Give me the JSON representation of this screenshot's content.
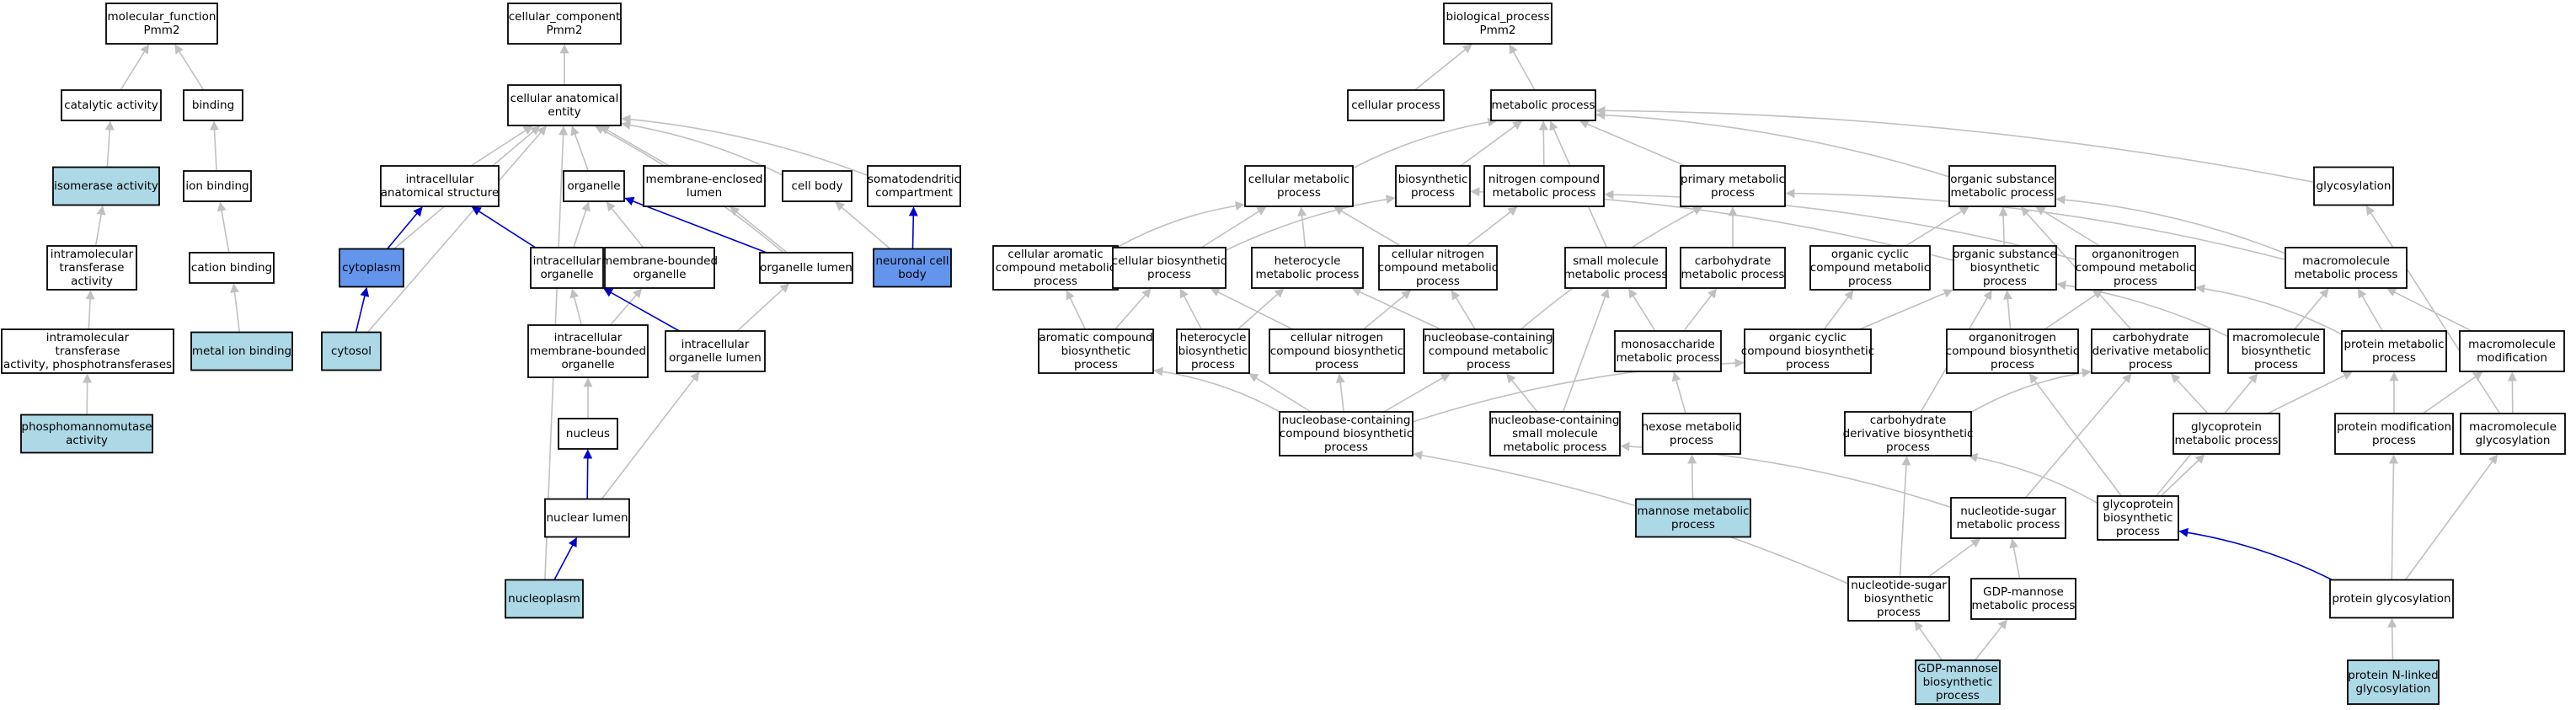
{
  "colors": {
    "default_fill": "#ffffff",
    "annotated_fill": "#add8e6",
    "highlighted_fill": "#6495ed",
    "edge_gray": "#c0c0c0",
    "edge_blue": "#0000cd"
  },
  "nodes": [
    {
      "id": "mf_root",
      "lines": [
        "molecular_function",
        "Pmm2"
      ],
      "style": "default"
    },
    {
      "id": "catalytic",
      "lines": [
        "catalytic activity"
      ],
      "style": "default"
    },
    {
      "id": "binding",
      "lines": [
        "binding"
      ],
      "style": "default"
    },
    {
      "id": "isomerase",
      "lines": [
        "isomerase activity"
      ],
      "style": "annotated"
    },
    {
      "id": "ion_binding",
      "lines": [
        "ion binding"
      ],
      "style": "default"
    },
    {
      "id": "intramol",
      "lines": [
        "intramolecular",
        "transferase",
        "activity"
      ],
      "style": "default"
    },
    {
      "id": "cation_binding",
      "lines": [
        "cation binding"
      ],
      "style": "default"
    },
    {
      "id": "intramol_phos",
      "lines": [
        "intramolecular",
        "transferase",
        "activity, phosphotransferases"
      ],
      "style": "default"
    },
    {
      "id": "metal_ion",
      "lines": [
        "metal ion binding"
      ],
      "style": "annotated"
    },
    {
      "id": "phosphomannomutase",
      "lines": [
        "phosphomannomutase",
        "activity"
      ],
      "style": "annotated"
    },
    {
      "id": "cc_root",
      "lines": [
        "cellular_component",
        "Pmm2"
      ],
      "style": "default"
    },
    {
      "id": "cae",
      "lines": [
        "cellular anatomical",
        "entity"
      ],
      "style": "default"
    },
    {
      "id": "ias",
      "lines": [
        "intracellular",
        "anatomical structure"
      ],
      "style": "default"
    },
    {
      "id": "organelle",
      "lines": [
        "organelle"
      ],
      "style": "default"
    },
    {
      "id": "mel",
      "lines": [
        "membrane-enclosed",
        "lumen"
      ],
      "style": "default"
    },
    {
      "id": "cell_body",
      "lines": [
        "cell body"
      ],
      "style": "default"
    },
    {
      "id": "somato",
      "lines": [
        "somatodendritic",
        "compartment"
      ],
      "style": "default"
    },
    {
      "id": "cytoplasm",
      "lines": [
        "cytoplasm"
      ],
      "style": "highlighted"
    },
    {
      "id": "intra_org",
      "lines": [
        "intracellular",
        "organelle"
      ],
      "style": "default"
    },
    {
      "id": "mbo",
      "lines": [
        "membrane-bounded",
        "organelle"
      ],
      "style": "default"
    },
    {
      "id": "org_lumen",
      "lines": [
        "organelle lumen"
      ],
      "style": "default"
    },
    {
      "id": "neuronal",
      "lines": [
        "neuronal cell",
        "body"
      ],
      "style": "highlighted"
    },
    {
      "id": "cytosol",
      "lines": [
        "cytosol"
      ],
      "style": "annotated"
    },
    {
      "id": "imbo",
      "lines": [
        "intracellular",
        "membrane-bounded",
        "organelle"
      ],
      "style": "default"
    },
    {
      "id": "iol",
      "lines": [
        "intracellular",
        "organelle lumen"
      ],
      "style": "default"
    },
    {
      "id": "nucleus",
      "lines": [
        "nucleus"
      ],
      "style": "default"
    },
    {
      "id": "nuclear_lumen",
      "lines": [
        "nuclear lumen"
      ],
      "style": "default"
    },
    {
      "id": "nucleoplasm",
      "lines": [
        "nucleoplasm"
      ],
      "style": "annotated"
    },
    {
      "id": "bp_root",
      "lines": [
        "biological_process",
        "Pmm2"
      ],
      "style": "default"
    },
    {
      "id": "cell_proc",
      "lines": [
        "cellular process"
      ],
      "style": "default"
    },
    {
      "id": "met_proc",
      "lines": [
        "metabolic process"
      ],
      "style": "default"
    },
    {
      "id": "cmp",
      "lines": [
        "cellular metabolic",
        "process"
      ],
      "style": "default"
    },
    {
      "id": "biosyn",
      "lines": [
        "biosynthetic",
        "process"
      ],
      "style": "default"
    },
    {
      "id": "ncmp",
      "lines": [
        "nitrogen compound",
        "metabolic process"
      ],
      "style": "default"
    },
    {
      "id": "pmp",
      "lines": [
        "primary metabolic",
        "process"
      ],
      "style": "default"
    },
    {
      "id": "osmp",
      "lines": [
        "organic substance",
        "metabolic process"
      ],
      "style": "default"
    },
    {
      "id": "glycosylation",
      "lines": [
        "glycosylation"
      ],
      "style": "default"
    },
    {
      "id": "cacmp",
      "lines": [
        "cellular aromatic",
        "compound metabolic",
        "process"
      ],
      "style": "default"
    },
    {
      "id": "cbp",
      "lines": [
        "cellular biosynthetic",
        "process"
      ],
      "style": "default"
    },
    {
      "id": "hmp",
      "lines": [
        "heterocycle",
        "metabolic process"
      ],
      "style": "default"
    },
    {
      "id": "cncmp",
      "lines": [
        "cellular nitrogen",
        "compound metabolic",
        "process"
      ],
      "style": "default"
    },
    {
      "id": "smmp",
      "lines": [
        "small molecule",
        "metabolic process"
      ],
      "style": "default"
    },
    {
      "id": "carbmp",
      "lines": [
        "carbohydrate",
        "metabolic process"
      ],
      "style": "default"
    },
    {
      "id": "occmp",
      "lines": [
        "organic cyclic",
        "compound metabolic",
        "process"
      ],
      "style": "default"
    },
    {
      "id": "osbp",
      "lines": [
        "organic substance",
        "biosynthetic",
        "process"
      ],
      "style": "default"
    },
    {
      "id": "oncmp",
      "lines": [
        "organonitrogen",
        "compound metabolic",
        "process"
      ],
      "style": "default"
    },
    {
      "id": "mmp",
      "lines": [
        "macromolecule",
        "metabolic process"
      ],
      "style": "default"
    },
    {
      "id": "acbp",
      "lines": [
        "aromatic compound",
        "biosynthetic",
        "process"
      ],
      "style": "default"
    },
    {
      "id": "hbp",
      "lines": [
        "heterocycle",
        "biosynthetic",
        "process"
      ],
      "style": "default"
    },
    {
      "id": "cncbp",
      "lines": [
        "cellular nitrogen",
        "compound biosynthetic",
        "process"
      ],
      "style": "default"
    },
    {
      "id": "nccmp",
      "lines": [
        "nucleobase-containing",
        "compound metabolic",
        "process"
      ],
      "style": "default"
    },
    {
      "id": "monomp",
      "lines": [
        "monosaccharide",
        "metabolic process"
      ],
      "style": "default"
    },
    {
      "id": "occbp",
      "lines": [
        "organic cyclic",
        "compound biosynthetic",
        "process"
      ],
      "style": "default"
    },
    {
      "id": "oncbp",
      "lines": [
        "organonitrogen",
        "compound biosynthetic",
        "process"
      ],
      "style": "default"
    },
    {
      "id": "cdmp",
      "lines": [
        "carbohydrate",
        "derivative metabolic",
        "process"
      ],
      "style": "default"
    },
    {
      "id": "mbp",
      "lines": [
        "macromolecule",
        "biosynthetic",
        "process"
      ],
      "style": "default"
    },
    {
      "id": "pmetp",
      "lines": [
        "protein metabolic",
        "process"
      ],
      "style": "default"
    },
    {
      "id": "mmod",
      "lines": [
        "macromolecule",
        "modification"
      ],
      "style": "default"
    },
    {
      "id": "nccbp",
      "lines": [
        "nucleobase-containing",
        "compound biosynthetic",
        "process"
      ],
      "style": "default"
    },
    {
      "id": "ncsmmp",
      "lines": [
        "nucleobase-containing",
        "small molecule",
        "metabolic process"
      ],
      "style": "default"
    },
    {
      "id": "hexmp",
      "lines": [
        "hexose metabolic",
        "process"
      ],
      "style": "default"
    },
    {
      "id": "cdbp",
      "lines": [
        "carbohydrate",
        "derivative biosynthetic",
        "process"
      ],
      "style": "default"
    },
    {
      "id": "gpmp",
      "lines": [
        "glycoprotein",
        "metabolic process"
      ],
      "style": "default"
    },
    {
      "id": "pmodp",
      "lines": [
        "protein modification",
        "process"
      ],
      "style": "default"
    },
    {
      "id": "mglyc",
      "lines": [
        "macromolecule",
        "glycosylation"
      ],
      "style": "default"
    },
    {
      "id": "mannmp",
      "lines": [
        "mannose metabolic",
        "process"
      ],
      "style": "annotated"
    },
    {
      "id": "nsmp",
      "lines": [
        "nucleotide-sugar",
        "metabolic process"
      ],
      "style": "default"
    },
    {
      "id": "gpbp",
      "lines": [
        "glycoprotein",
        "biosynthetic",
        "process"
      ],
      "style": "default"
    },
    {
      "id": "nsbp",
      "lines": [
        "nucleotide-sugar",
        "biosynthetic",
        "process"
      ],
      "style": "default"
    },
    {
      "id": "gdpmmp",
      "lines": [
        "GDP-mannose",
        "metabolic process"
      ],
      "style": "default"
    },
    {
      "id": "pglyc",
      "lines": [
        "protein glycosylation"
      ],
      "style": "default"
    },
    {
      "id": "gdpmbp",
      "lines": [
        "GDP-mannose",
        "biosynthetic",
        "process"
      ],
      "style": "annotated"
    },
    {
      "id": "pnlg",
      "lines": [
        "protein N-linked",
        "glycosylation"
      ],
      "style": "annotated"
    }
  ],
  "edges": [
    {
      "from": "catalytic",
      "to": "mf_root",
      "type": "gray"
    },
    {
      "from": "binding",
      "to": "mf_root",
      "type": "gray"
    },
    {
      "from": "isomerase",
      "to": "catalytic",
      "type": "gray"
    },
    {
      "from": "ion_binding",
      "to": "binding",
      "type": "gray"
    },
    {
      "from": "intramol",
      "to": "isomerase",
      "type": "gray"
    },
    {
      "from": "cation_binding",
      "to": "ion_binding",
      "type": "gray"
    },
    {
      "from": "intramol_phos",
      "to": "intramol",
      "type": "gray"
    },
    {
      "from": "metal_ion",
      "to": "cation_binding",
      "type": "gray"
    },
    {
      "from": "phosphomannomutase",
      "to": "intramol_phos",
      "type": "gray"
    },
    {
      "from": "cae",
      "to": "cc_root",
      "type": "gray"
    },
    {
      "from": "ias",
      "to": "cae",
      "type": "gray"
    },
    {
      "from": "organelle",
      "to": "cae",
      "type": "gray"
    },
    {
      "from": "mel",
      "to": "cae",
      "type": "gray"
    },
    {
      "from": "cell_body",
      "to": "cae",
      "type": "gray"
    },
    {
      "from": "somato",
      "to": "cae",
      "type": "gray"
    },
    {
      "from": "cytoplasm",
      "to": "cae",
      "type": "gray"
    },
    {
      "from": "cytosol",
      "to": "cae",
      "type": "gray"
    },
    {
      "from": "nucleoplasm",
      "to": "cae",
      "type": "gray"
    },
    {
      "from": "org_lumen",
      "to": "cae",
      "type": "gray"
    },
    {
      "from": "cytoplasm",
      "to": "ias",
      "type": "blue"
    },
    {
      "from": "cytosol",
      "to": "cytoplasm",
      "type": "blue"
    },
    {
      "from": "intra_org",
      "to": "ias",
      "type": "blue"
    },
    {
      "from": "intra_org",
      "to": "organelle",
      "type": "gray"
    },
    {
      "from": "mbo",
      "to": "organelle",
      "type": "gray"
    },
    {
      "from": "org_lumen",
      "to": "organelle",
      "type": "blue"
    },
    {
      "from": "org_lumen",
      "to": "mel",
      "type": "gray"
    },
    {
      "from": "neuronal",
      "to": "cell_body",
      "type": "gray"
    },
    {
      "from": "neuronal",
      "to": "somato",
      "type": "blue"
    },
    {
      "from": "imbo",
      "to": "intra_org",
      "type": "gray"
    },
    {
      "from": "imbo",
      "to": "mbo",
      "type": "gray"
    },
    {
      "from": "iol",
      "to": "intra_org",
      "type": "blue"
    },
    {
      "from": "iol",
      "to": "org_lumen",
      "type": "gray"
    },
    {
      "from": "nucleus",
      "to": "imbo",
      "type": "gray"
    },
    {
      "from": "nuclear_lumen",
      "to": "nucleus",
      "type": "blue"
    },
    {
      "from": "nuclear_lumen",
      "to": "iol",
      "type": "gray"
    },
    {
      "from": "nucleoplasm",
      "to": "nuclear_lumen",
      "type": "blue"
    },
    {
      "from": "cell_proc",
      "to": "bp_root",
      "type": "gray"
    },
    {
      "from": "met_proc",
      "to": "bp_root",
      "type": "gray"
    },
    {
      "from": "cmp",
      "to": "met_proc",
      "type": "gray"
    },
    {
      "from": "biosyn",
      "to": "met_proc",
      "type": "gray"
    },
    {
      "from": "ncmp",
      "to": "met_proc",
      "type": "gray"
    },
    {
      "from": "pmp",
      "to": "met_proc",
      "type": "gray"
    },
    {
      "from": "osmp",
      "to": "met_proc",
      "type": "gray"
    },
    {
      "from": "glycosylation",
      "to": "met_proc",
      "type": "gray"
    },
    {
      "from": "smmp",
      "to": "met_proc",
      "type": "gray"
    },
    {
      "from": "cacmp",
      "to": "cmp",
      "type": "gray"
    },
    {
      "from": "cbp",
      "to": "cmp",
      "type": "gray"
    },
    {
      "from": "cbp",
      "to": "biosyn",
      "type": "gray"
    },
    {
      "from": "hmp",
      "to": "cmp",
      "type": "gray"
    },
    {
      "from": "cncmp",
      "to": "cmp",
      "type": "gray"
    },
    {
      "from": "cncmp",
      "to": "ncmp",
      "type": "gray"
    },
    {
      "from": "carbmp",
      "to": "pmp",
      "type": "gray"
    },
    {
      "from": "occmp",
      "to": "osmp",
      "type": "gray"
    },
    {
      "from": "osbp",
      "to": "osmp",
      "type": "gray"
    },
    {
      "from": "osbp",
      "to": "biosyn",
      "type": "gray"
    },
    {
      "from": "oncmp",
      "to": "osmp",
      "type": "gray"
    },
    {
      "from": "oncmp",
      "to": "ncmp",
      "type": "gray"
    },
    {
      "from": "mmp",
      "to": "osmp",
      "type": "gray"
    },
    {
      "from": "mmp",
      "to": "pmp",
      "type": "gray"
    },
    {
      "from": "acbp",
      "to": "cacmp",
      "type": "gray"
    },
    {
      "from": "acbp",
      "to": "cbp",
      "type": "gray"
    },
    {
      "from": "hbp",
      "to": "hmp",
      "type": "gray"
    },
    {
      "from": "hbp",
      "to": "cbp",
      "type": "gray"
    },
    {
      "from": "cncbp",
      "to": "cncmp",
      "type": "gray"
    },
    {
      "from": "cncbp",
      "to": "cbp",
      "type": "gray"
    },
    {
      "from": "nccmp",
      "to": "cncmp",
      "type": "gray"
    },
    {
      "from": "nccmp",
      "to": "pmp",
      "type": "gray"
    },
    {
      "from": "nccmp",
      "to": "hmp",
      "type": "gray"
    },
    {
      "from": "monomp",
      "to": "carbmp",
      "type": "gray"
    },
    {
      "from": "monomp",
      "to": "smmp",
      "type": "gray"
    },
    {
      "from": "occbp",
      "to": "occmp",
      "type": "gray"
    },
    {
      "from": "occbp",
      "to": "osbp",
      "type": "gray"
    },
    {
      "from": "oncbp",
      "to": "oncmp",
      "type": "gray"
    },
    {
      "from": "oncbp",
      "to": "osbp",
      "type": "gray"
    },
    {
      "from": "cdmp",
      "to": "osmp",
      "type": "gray"
    },
    {
      "from": "mbp",
      "to": "mmp",
      "type": "gray"
    },
    {
      "from": "mbp",
      "to": "osbp",
      "type": "gray"
    },
    {
      "from": "pmetp",
      "to": "mmp",
      "type": "gray"
    },
    {
      "from": "pmetp",
      "to": "oncmp",
      "type": "gray"
    },
    {
      "from": "mmod",
      "to": "mmp",
      "type": "gray"
    },
    {
      "from": "nccbp",
      "to": "nccmp",
      "type": "gray"
    },
    {
      "from": "nccbp",
      "to": "hbp",
      "type": "gray"
    },
    {
      "from": "nccbp",
      "to": "acbp",
      "type": "gray"
    },
    {
      "from": "nccbp",
      "to": "cncbp",
      "type": "gray"
    },
    {
      "from": "nccbp",
      "to": "occbp",
      "type": "gray"
    },
    {
      "from": "ncsmmp",
      "to": "nccmp",
      "type": "gray"
    },
    {
      "from": "ncsmmp",
      "to": "smmp",
      "type": "gray"
    },
    {
      "from": "hexmp",
      "to": "monomp",
      "type": "gray"
    },
    {
      "from": "cdbp",
      "to": "cdmp",
      "type": "gray"
    },
    {
      "from": "cdbp",
      "to": "osbp",
      "type": "gray"
    },
    {
      "from": "gpmp",
      "to": "cdmp",
      "type": "gray"
    },
    {
      "from": "gpmp",
      "to": "pmetp",
      "type": "gray"
    },
    {
      "from": "pmodp",
      "to": "pmetp",
      "type": "gray"
    },
    {
      "from": "pmodp",
      "to": "mmod",
      "type": "gray"
    },
    {
      "from": "mglyc",
      "to": "mmod",
      "type": "gray"
    },
    {
      "from": "mglyc",
      "to": "glycosylation",
      "type": "gray"
    },
    {
      "from": "mannmp",
      "to": "hexmp",
      "type": "gray"
    },
    {
      "from": "nsmp",
      "to": "ncsmmp",
      "type": "gray"
    },
    {
      "from": "nsmp",
      "to": "cdmp",
      "type": "gray"
    },
    {
      "from": "gpbp",
      "to": "gpmp",
      "type": "gray"
    },
    {
      "from": "gpbp",
      "to": "cdbp",
      "type": "gray"
    },
    {
      "from": "gpbp",
      "to": "mbp",
      "type": "gray"
    },
    {
      "from": "gpbp",
      "to": "oncbp",
      "type": "gray"
    },
    {
      "from": "nsbp",
      "to": "nsmp",
      "type": "gray"
    },
    {
      "from": "nsbp",
      "to": "cdbp",
      "type": "gray"
    },
    {
      "from": "nsbp",
      "to": "nccbp",
      "type": "gray"
    },
    {
      "from": "gdpmmp",
      "to": "nsmp",
      "type": "gray"
    },
    {
      "from": "pglyc",
      "to": "gpbp",
      "type": "blue"
    },
    {
      "from": "pglyc",
      "to": "pmodp",
      "type": "gray"
    },
    {
      "from": "pglyc",
      "to": "mglyc",
      "type": "gray"
    },
    {
      "from": "gdpmbp",
      "to": "gdpmmp",
      "type": "gray"
    },
    {
      "from": "gdpmbp",
      "to": "nsbp",
      "type": "gray"
    },
    {
      "from": "pnlg",
      "to": "pglyc",
      "type": "gray"
    }
  ]
}
